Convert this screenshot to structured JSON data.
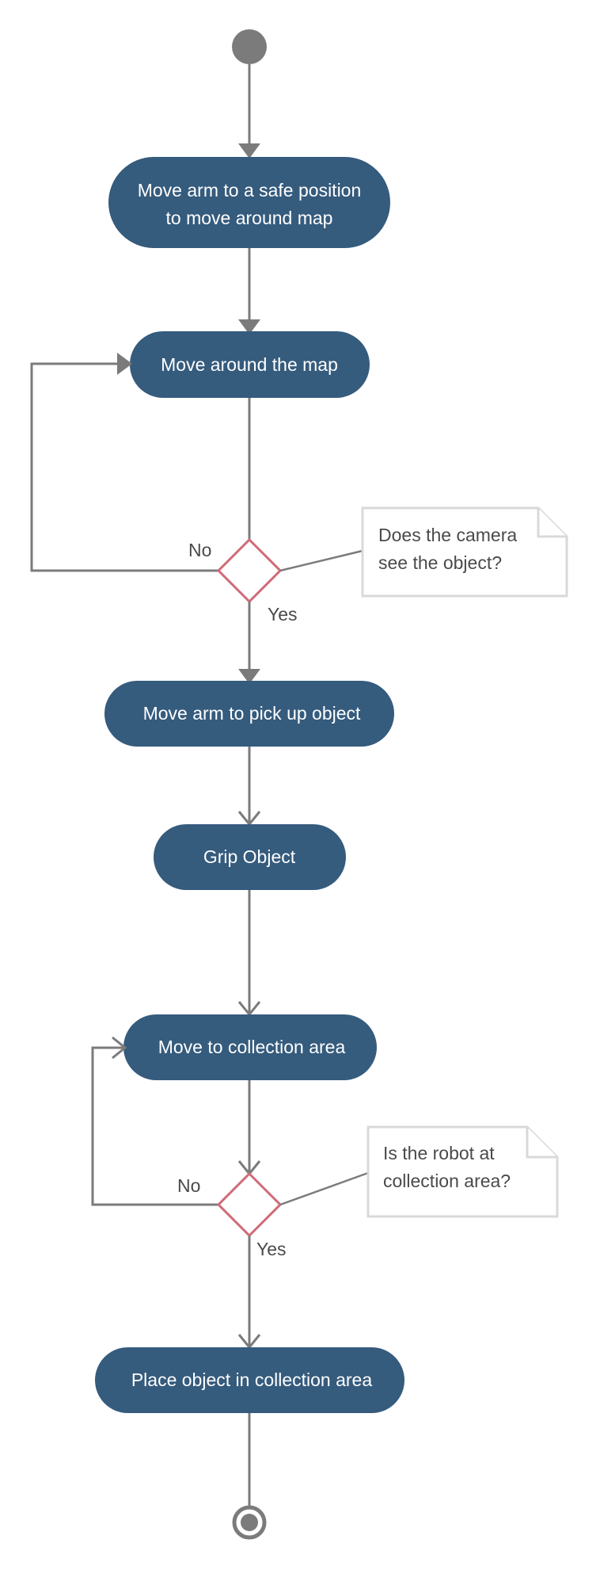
{
  "nodes": {
    "safe_position": {
      "lines": [
        "Move arm to a safe position",
        "to move around map"
      ]
    },
    "move_around_map": {
      "lines": [
        "Move around the map"
      ]
    },
    "pick_up_object": {
      "lines": [
        "Move arm to pick up object"
      ]
    },
    "grip_object": {
      "lines": [
        "Grip Object"
      ]
    },
    "move_to_collection": {
      "lines": [
        "Move to collection area"
      ]
    },
    "place_object": {
      "lines": [
        "Place object in collection area"
      ]
    }
  },
  "notes": {
    "camera": {
      "lines": [
        "Does the camera",
        "see the object?"
      ]
    },
    "robot": {
      "lines": [
        "Is the robot at",
        "collection area?"
      ]
    }
  },
  "decisions": {
    "camera": {
      "no_label": "No",
      "yes_label": "Yes"
    },
    "robot": {
      "no_label": "No",
      "yes_label": "Yes"
    }
  },
  "colors": {
    "activity": "#355b7d",
    "decision_border": "#d06a78",
    "flow_line": "#7b7b7b",
    "note_border": "#d9d9d9",
    "start_end": "#7b7b7b"
  }
}
